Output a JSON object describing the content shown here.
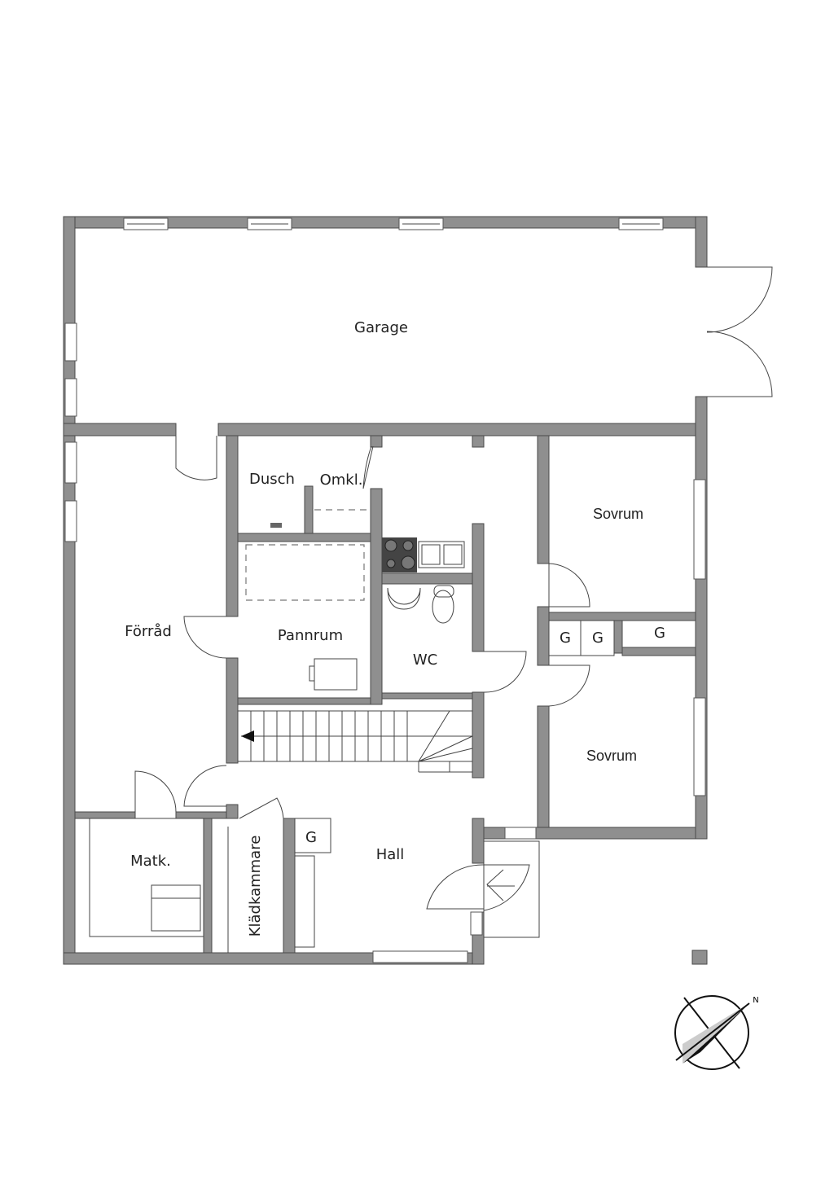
{
  "plan": {
    "rooms": {
      "garage": "Garage",
      "dusch": "Dusch",
      "omkl": "Omkl.",
      "sovrum1": "Sovrum",
      "forrad": "Förråd",
      "pannrum": "Pannrum",
      "wc": "WC",
      "sovrum2": "Sovrum",
      "matk": "Matk.",
      "kladkammare": "Klädkammare",
      "hall": "Hall"
    },
    "closets": [
      "G",
      "G",
      "G",
      "G"
    ],
    "compass_label": "N"
  },
  "colors": {
    "wall": "#8f8f8f",
    "outline": "#4a4a4a"
  }
}
